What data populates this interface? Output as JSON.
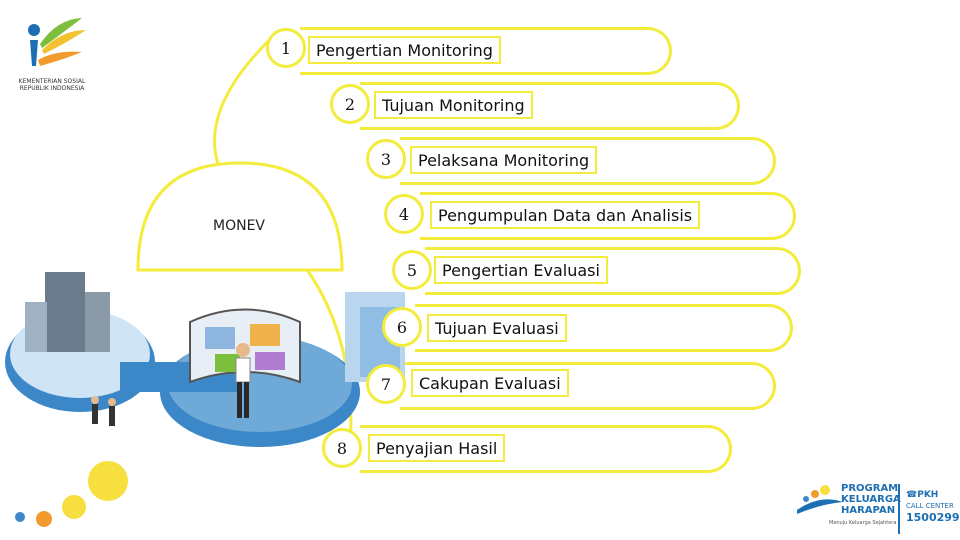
{
  "header": {
    "logo_caption": "KEMENTERIAN SOSIAL REPUBLIK INDONESIA"
  },
  "center_label": "MONEV",
  "items": [
    {
      "number": "1",
      "label": "Pengertian Monitoring"
    },
    {
      "number": "2",
      "label": "Tujuan Monitoring"
    },
    {
      "number": "3",
      "label": "Pelaksana Monitoring"
    },
    {
      "number": "4",
      "label": "Pengumpulan Data dan Analisis"
    },
    {
      "number": "5",
      "label": "Pengertian Evaluasi"
    },
    {
      "number": "6",
      "label": "Tujuan Evaluasi"
    },
    {
      "number": "7",
      "label": "Cakupan Evaluasi"
    },
    {
      "number": "8",
      "label": "Penyajian Hasil"
    }
  ],
  "footer": {
    "pkh_logo": [
      "PROGRAM",
      "KELUARGA",
      "HARAPAN"
    ],
    "pkh_tagline": "Menuju Keluarga Sejahtera",
    "call_center_badge": "PKH",
    "call_center_label": "CALL CENTER",
    "call_center_number": "1500299"
  },
  "colors": {
    "outline_yellow": "#f4ec3c",
    "platform_blue": "#3b87c7",
    "dot_orange": "#f29a2e",
    "dot_yellow": "#f7df3f",
    "brand_blue": "#1c6fb3"
  }
}
